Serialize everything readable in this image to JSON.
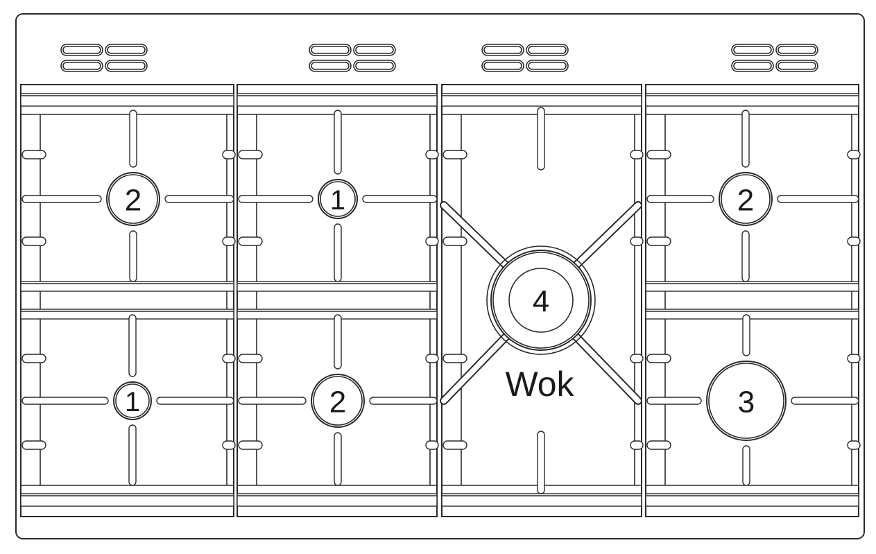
{
  "diagram": {
    "burners": [
      {
        "id": "left-top",
        "label": "2",
        "size": 2
      },
      {
        "id": "left-bottom",
        "label": "1",
        "size": 1
      },
      {
        "id": "center-left-top",
        "label": "1",
        "size": 1
      },
      {
        "id": "center-left-bottom",
        "label": "2",
        "size": 2
      },
      {
        "id": "wok",
        "label": "4",
        "size": 4
      },
      {
        "id": "right-top",
        "label": "2",
        "size": 2
      },
      {
        "id": "right-bottom",
        "label": "3",
        "size": 3
      }
    ],
    "wok_label": "Wok",
    "control_knob_groups": 4
  }
}
